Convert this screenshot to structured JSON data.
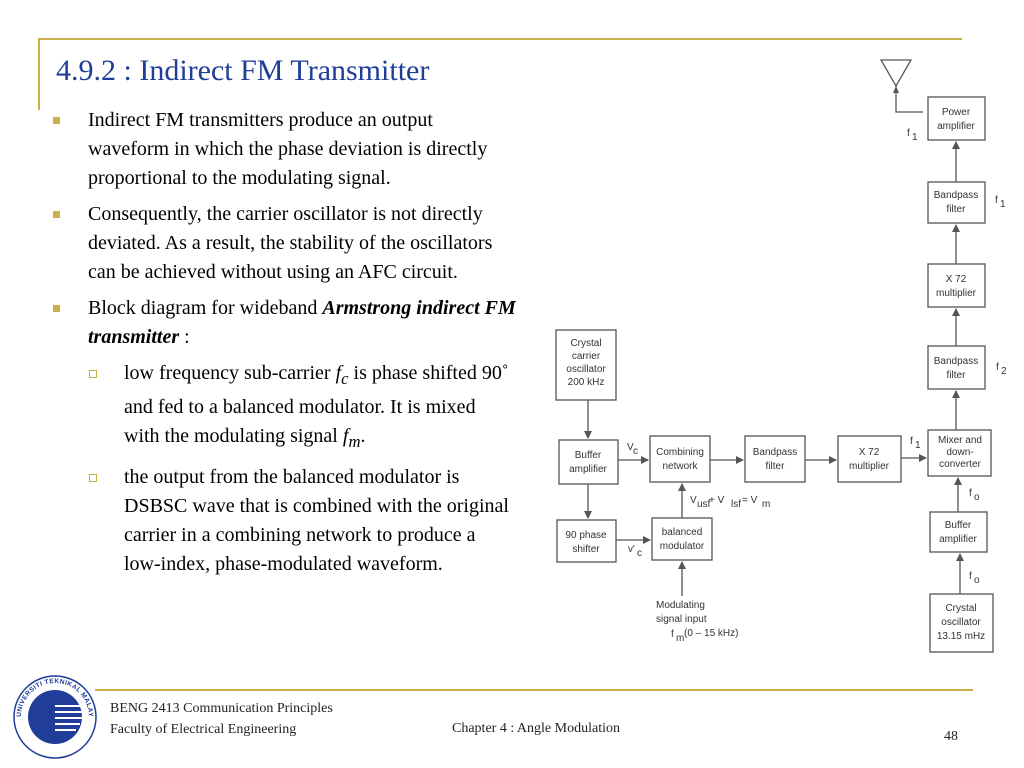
{
  "slide": {
    "title": "4.9.2 : Indirect FM Transmitter",
    "bullets": [
      "Indirect FM transmitters produce an output waveform in which the phase deviation is directly proportional to the modulating signal.",
      "Consequently, the carrier oscillator is not directly deviated. As a result, the stability of the oscillators can be achieved without using an AFC circuit."
    ],
    "bullet3": {
      "prefix": "Block diagram for wideband ",
      "emphasis": "Armstrong indirect FM transmitter",
      "suffix": " :"
    },
    "sub1": {
      "part1": "low frequency sub-carrier ",
      "var": "f",
      "sub": "c",
      "part2": " is phase shifted 90˚ and fed to a balanced modulator. It is mixed with the modulating signal ",
      "var2": "f",
      "sub2": "m",
      "part3": "."
    },
    "sub2": "the output from the balanced modulator is DSBSC wave that is combined with the original carrier in a combining network to produce a low-index, phase-modulated waveform."
  },
  "diagram": {
    "crystal_carrier": [
      "Crystal",
      "carrier",
      "oscillator",
      "200 kHz"
    ],
    "buffer_amplifier_left": [
      "Buffer",
      "amplifier"
    ],
    "phase_shifter": [
      "90 phase",
      "shifter"
    ],
    "combining_network": [
      "Combining",
      "network"
    ],
    "balanced_modulator": [
      "balanced",
      "modulator"
    ],
    "bandpass_filter_mid": [
      "Bandpass",
      "filter"
    ],
    "multiplier_mid": [
      "X 72",
      "multiplier"
    ],
    "mixer": [
      "Mixer and",
      "down-",
      "converter"
    ],
    "buffer_amplifier_right": [
      "Buffer",
      "amplifier"
    ],
    "crystal_right": [
      "Crystal",
      "oscillator",
      "13.15 mHz"
    ],
    "bandpass_filter_f2": [
      "Bandpass",
      "filter"
    ],
    "multiplier_top": [
      "X 72",
      "multiplier"
    ],
    "bandpass_filter_f1": [
      "Bandpass",
      "filter"
    ],
    "power_amplifier": [
      "Power",
      "amplifier"
    ],
    "modulating_input": [
      "Modulating",
      "signal input"
    ],
    "modulating_range": "(0 – 15 kHz)",
    "vusf_eq": "= V",
    "labels": {
      "f": "f",
      "one": "1",
      "two": "2",
      "o": "o",
      "m": "m",
      "usf": "usf",
      "lsf": "lsf",
      "plus_v": " + V",
      "v": "V",
      "c": "c",
      "vprime": "v'"
    }
  },
  "footer": {
    "course": "BENG 2413 Communication Principles",
    "faculty": "Faculty of Electrical Engineering",
    "chapter": "Chapter 4 : Angle Modulation",
    "page": "48"
  },
  "logo": {
    "text": "UNIVERSITI TEKNIKAL MALAYSIA MELAKA",
    "primary_color": "#1f3d99"
  },
  "colors": {
    "accent": "#c9b04a",
    "title": "#1f3d99"
  }
}
